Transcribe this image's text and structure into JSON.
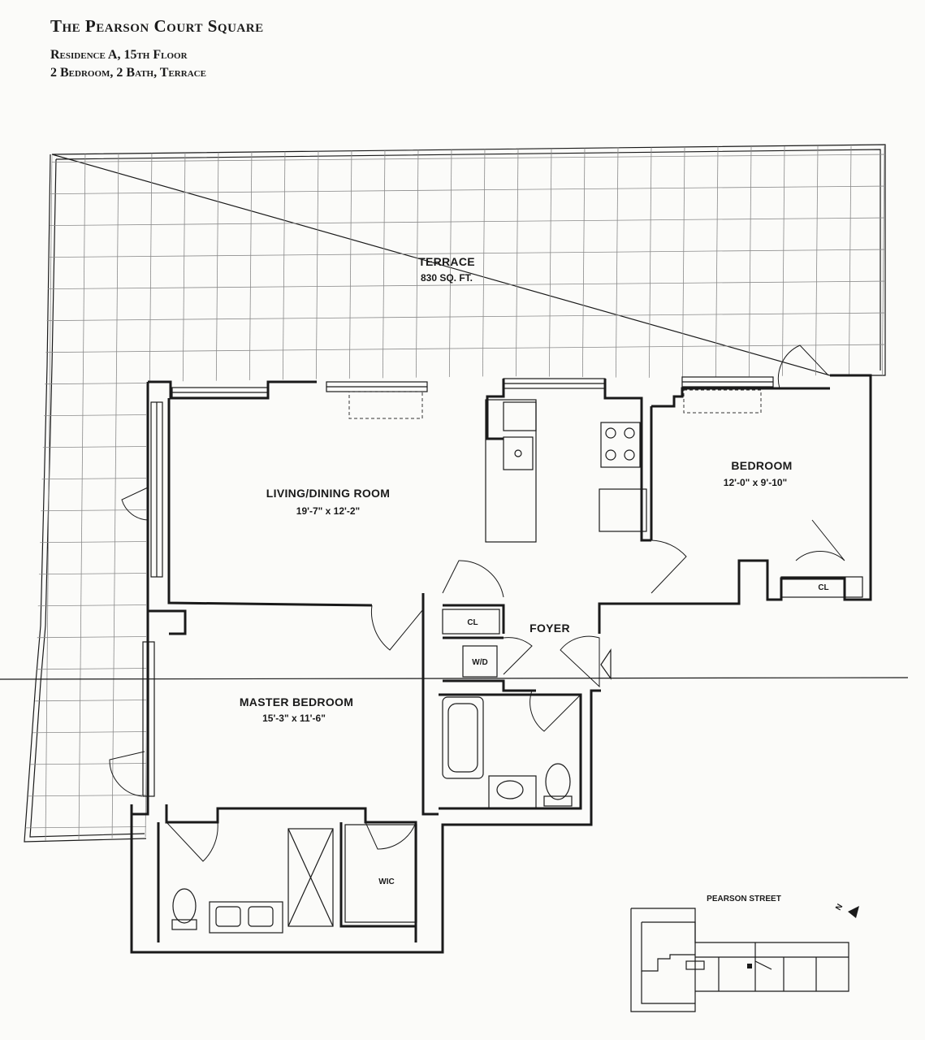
{
  "header": {
    "title": "The Pearson Court Square",
    "residence": "Residence A, 15th Floor",
    "summary": "2 Bedroom, 2 Bath, Terrace"
  },
  "rooms": {
    "terrace": {
      "name": "TERRACE",
      "area": "830 SQ. FT."
    },
    "living": {
      "name": "LIVING/DINING ROOM",
      "dims": "19'-7\" x 12'-2\""
    },
    "bedroom": {
      "name": "BEDROOM",
      "dims": "12'-0\" x 9'-10\""
    },
    "master": {
      "name": "MASTER BEDROOM",
      "dims": "15'-3\" x 11'-6\""
    },
    "foyer": {
      "name": "FOYER"
    },
    "closet1": "CL",
    "closet2": "CL",
    "wd": "W/D",
    "wic": "WIC"
  },
  "keyplan": {
    "street": "PEARSON STREET",
    "north": "N"
  },
  "colors": {
    "ink": "#1a1a1a",
    "paper": "#fbfbf9",
    "grid": "#8a8a8a"
  }
}
